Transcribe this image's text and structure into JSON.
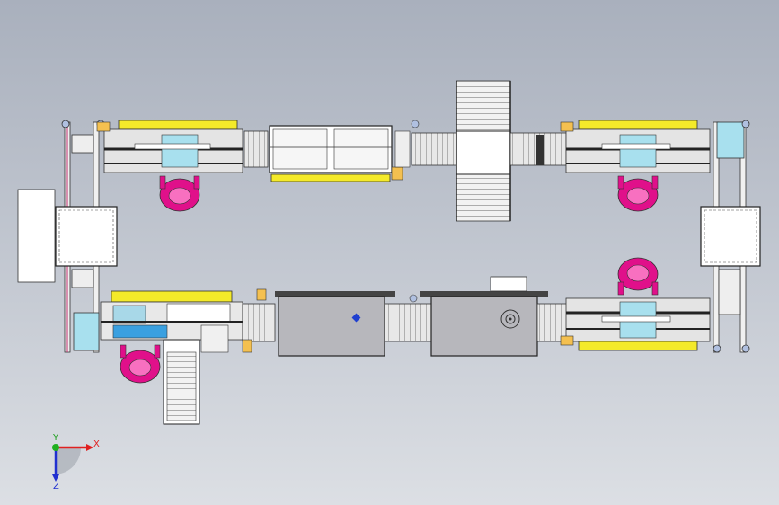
{
  "viewport": {
    "title": ""
  },
  "triad": {
    "x_label": "X",
    "y_label": "Y",
    "z_label": "Z"
  },
  "colors": {
    "frame": "#d8d8d8",
    "frame_dark": "#3a3a3a",
    "yellow_rail": "#f4ea2a",
    "cyan_block": "#a8e0ee",
    "magenta_robot": "#e0108a",
    "panel_white": "#ffffff",
    "module_gray": "#b7b7bc",
    "axis_x": "#e02020",
    "axis_y": "#20b020",
    "axis_z": "#2030d0"
  }
}
